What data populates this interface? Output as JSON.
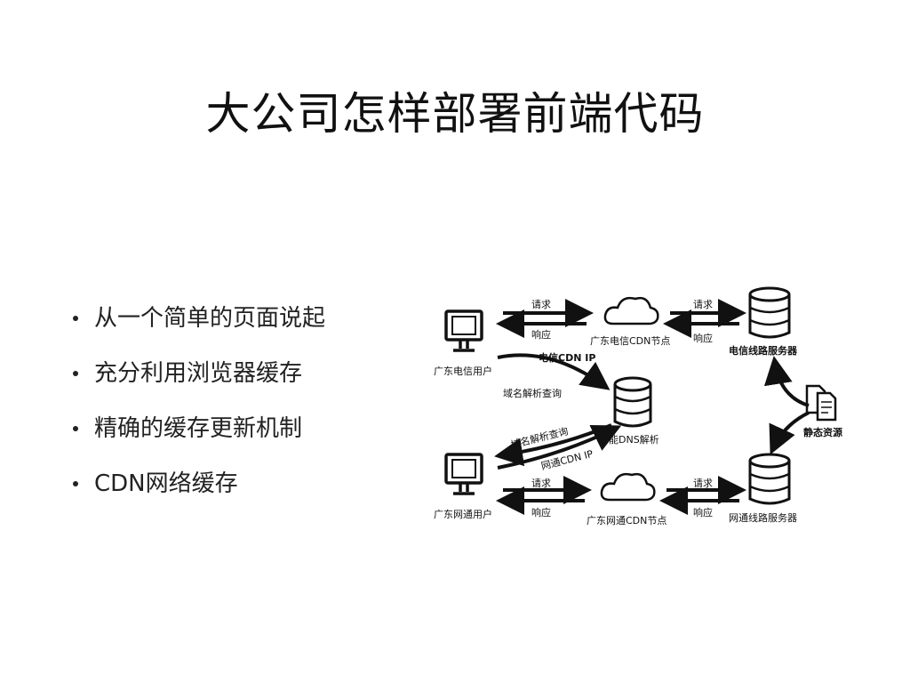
{
  "slide": {
    "title": "大公司怎样部署前端代码",
    "bullets": [
      "从一个简单的页面说起",
      "充分利用浏览器缓存",
      "精确的缓存更新机制",
      "CDN网络缓存"
    ]
  },
  "diagram": {
    "labels": {
      "user_telecom": "广东电信用户",
      "user_netcom": "广东网通用户",
      "cdn_telecom": "广东电信CDN节点",
      "cdn_netcom": "广东网通CDN节点",
      "server_telecom": "电信线路服务器",
      "server_netcom": "网通线路服务器",
      "smart_dns": "智能DNS解析",
      "static_resources": "静态资源",
      "request": "请求",
      "response": "响应",
      "telecom_cdn_ip": "电信CDN IP",
      "netcom_cdn_ip": "网通CDN IP",
      "dns_query": "域名解析查询"
    }
  }
}
